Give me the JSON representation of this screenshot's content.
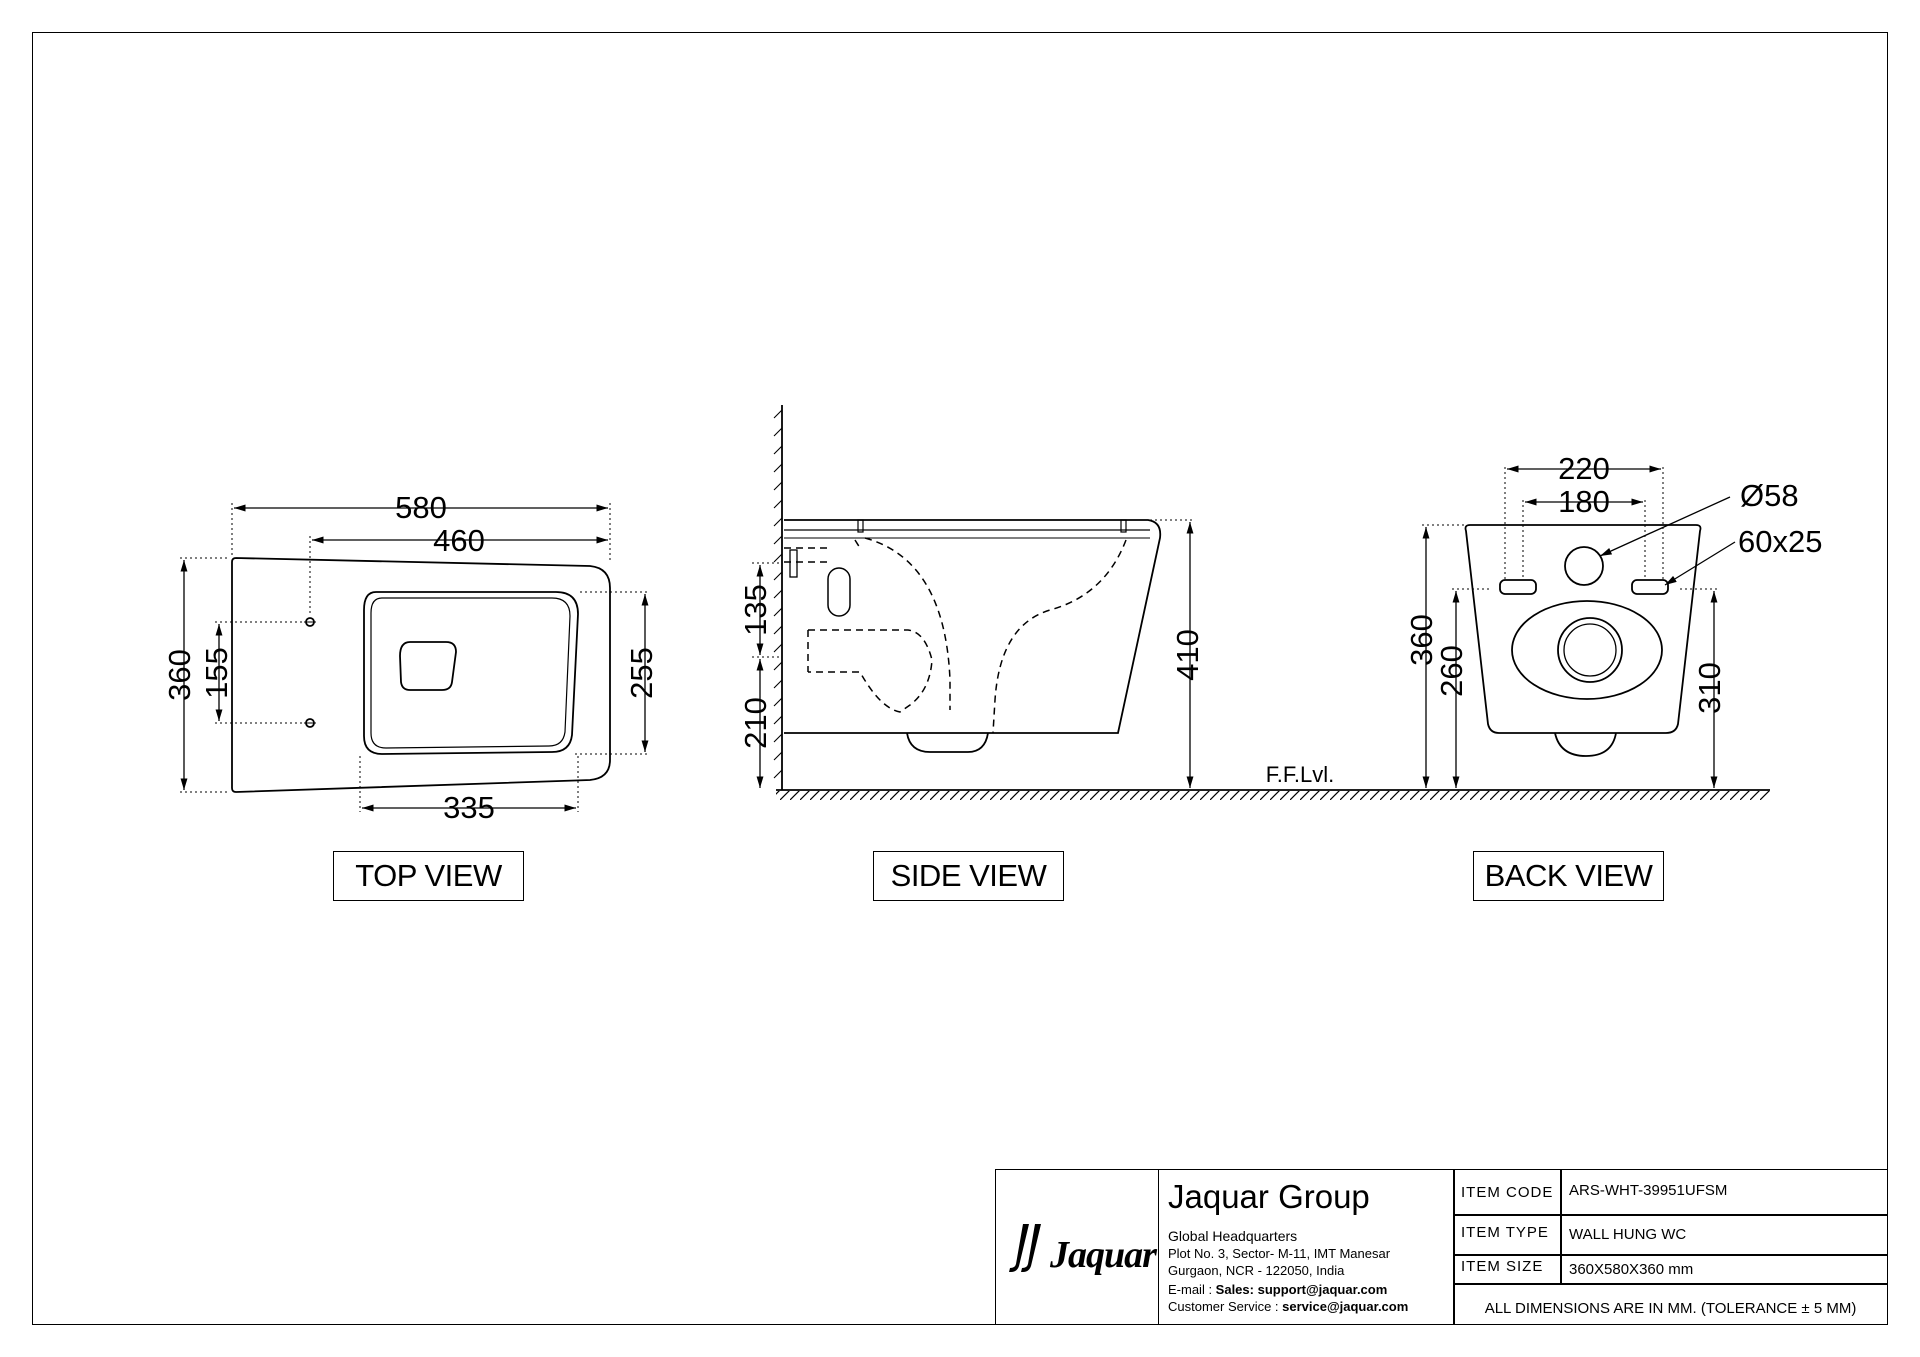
{
  "views": {
    "top": {
      "label": "TOP VIEW",
      "dims": {
        "d580": "580",
        "d460": "460",
        "d360": "360",
        "d155": "155",
        "d255": "255",
        "d335": "335"
      }
    },
    "side": {
      "label": "SIDE VIEW",
      "dims": {
        "d135": "135",
        "d210": "210",
        "d410": "410"
      },
      "floor_label": "F.F.Lvl."
    },
    "back": {
      "label": "BACK VIEW",
      "dims": {
        "d220": "220",
        "d180": "180",
        "d360": "360",
        "d260": "260",
        "d310": "310"
      },
      "callouts": {
        "pipe": "Ø58",
        "slot": "60x25"
      }
    }
  },
  "title_block": {
    "logo_text": "Jaquar",
    "company": "Jaquar Group",
    "address_lines": [
      "Global Headquarters",
      "Plot No. 3, Sector- M-11, IMT Manesar",
      "Gurgaon, NCR - 122050, India"
    ],
    "email_label": "E-mail : ",
    "email_value": "Sales: support@jaquar.com",
    "service_label": "Customer Service : ",
    "service_value": "service@jaquar.com",
    "item_code_label": "ITEM CODE",
    "item_code": "ARS-WHT-39951UFSM",
    "item_type_label": "ITEM TYPE",
    "item_type": "WALL HUNG WC",
    "item_size_label": "ITEM SIZE",
    "item_size": "360X580X360 mm",
    "note": "ALL DIMENSIONS ARE IN MM. (TOLERANCE ± 5 MM)"
  }
}
